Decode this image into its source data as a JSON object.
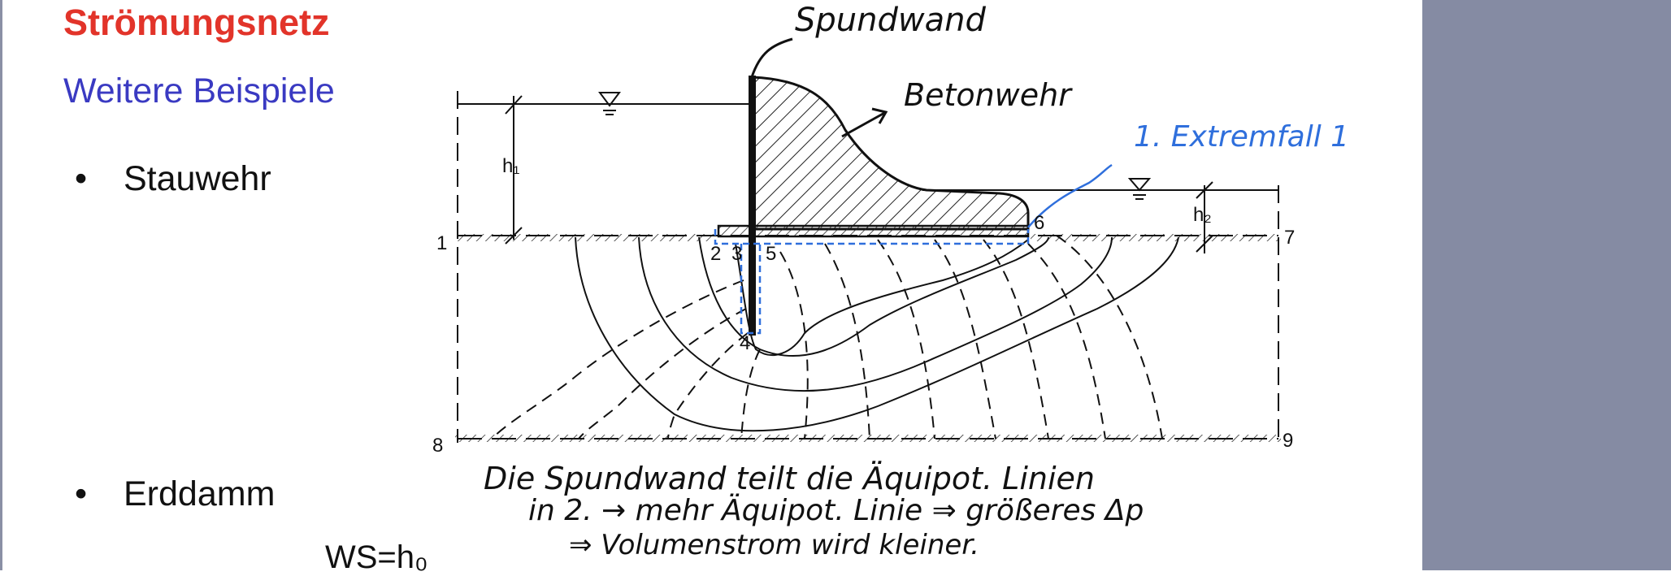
{
  "slide": {
    "title": "Strömungsnetz",
    "subtitle": "Weitere Beispiele",
    "bullets": [
      {
        "symbol": "•",
        "text": "Stauwehr"
      },
      {
        "symbol": "•",
        "text": "Erddamm"
      }
    ],
    "bottom_text": "WS=h₀"
  },
  "figure": {
    "labels": {
      "h1": "h₁",
      "h2": "h₂",
      "n1": "1",
      "n2": "2",
      "n3": "3",
      "n4": "4",
      "n5": "5",
      "n6": "6",
      "n7": "7",
      "n8": "8",
      "n9": "9"
    },
    "water_symbol": "∇"
  },
  "annotations": {
    "spundwand": "Spundwand",
    "betonwehr": "Betonwehr",
    "extremfall": "1. Extremfall 1",
    "note_line1": "Die Spundwand teilt die Äquipot. Linien",
    "note_line2": "in 2. → mehr Äquipot. Linie ⇒ größeres Δp",
    "note_line3": "⇒ Volumenstrom wird kleiner."
  },
  "colors": {
    "title": "#e2342a",
    "subtitle": "#3a3ac2",
    "side_panel": "#858ba3",
    "annotation_blue": "#2f6fdc",
    "ink": "#111111"
  }
}
